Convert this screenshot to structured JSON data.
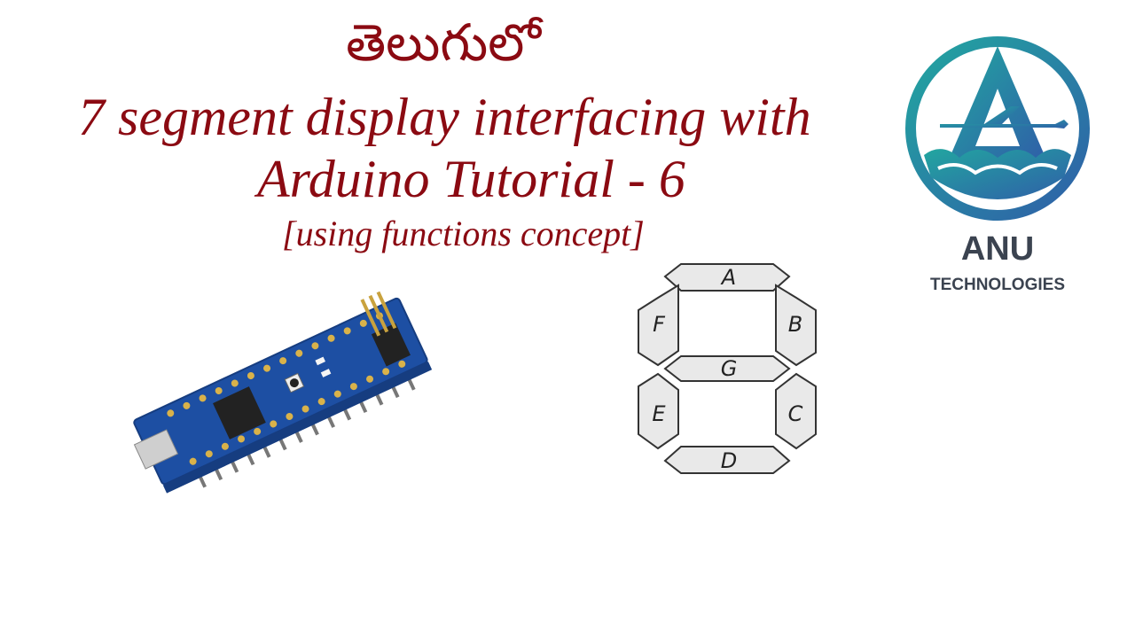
{
  "title": {
    "telugu": "తెలుగులో",
    "line1": "7 segment display interfacing with",
    "line2": "Arduino Tutorial - 6",
    "line3": "[using functions concept]"
  },
  "logo": {
    "name": "ANU",
    "subtitle": "TECHNOLOGIES",
    "colors": {
      "teal": "#22a6a0",
      "blue": "#2f5fa8",
      "dark": "#3b4350"
    }
  },
  "segment_display": {
    "segments": [
      "A",
      "B",
      "C",
      "D",
      "E",
      "F",
      "G"
    ]
  },
  "colors": {
    "title": "#8b0a12",
    "board": "#1d4fa3",
    "segment_fill": "#e9e9e9",
    "segment_stroke": "#333333"
  }
}
